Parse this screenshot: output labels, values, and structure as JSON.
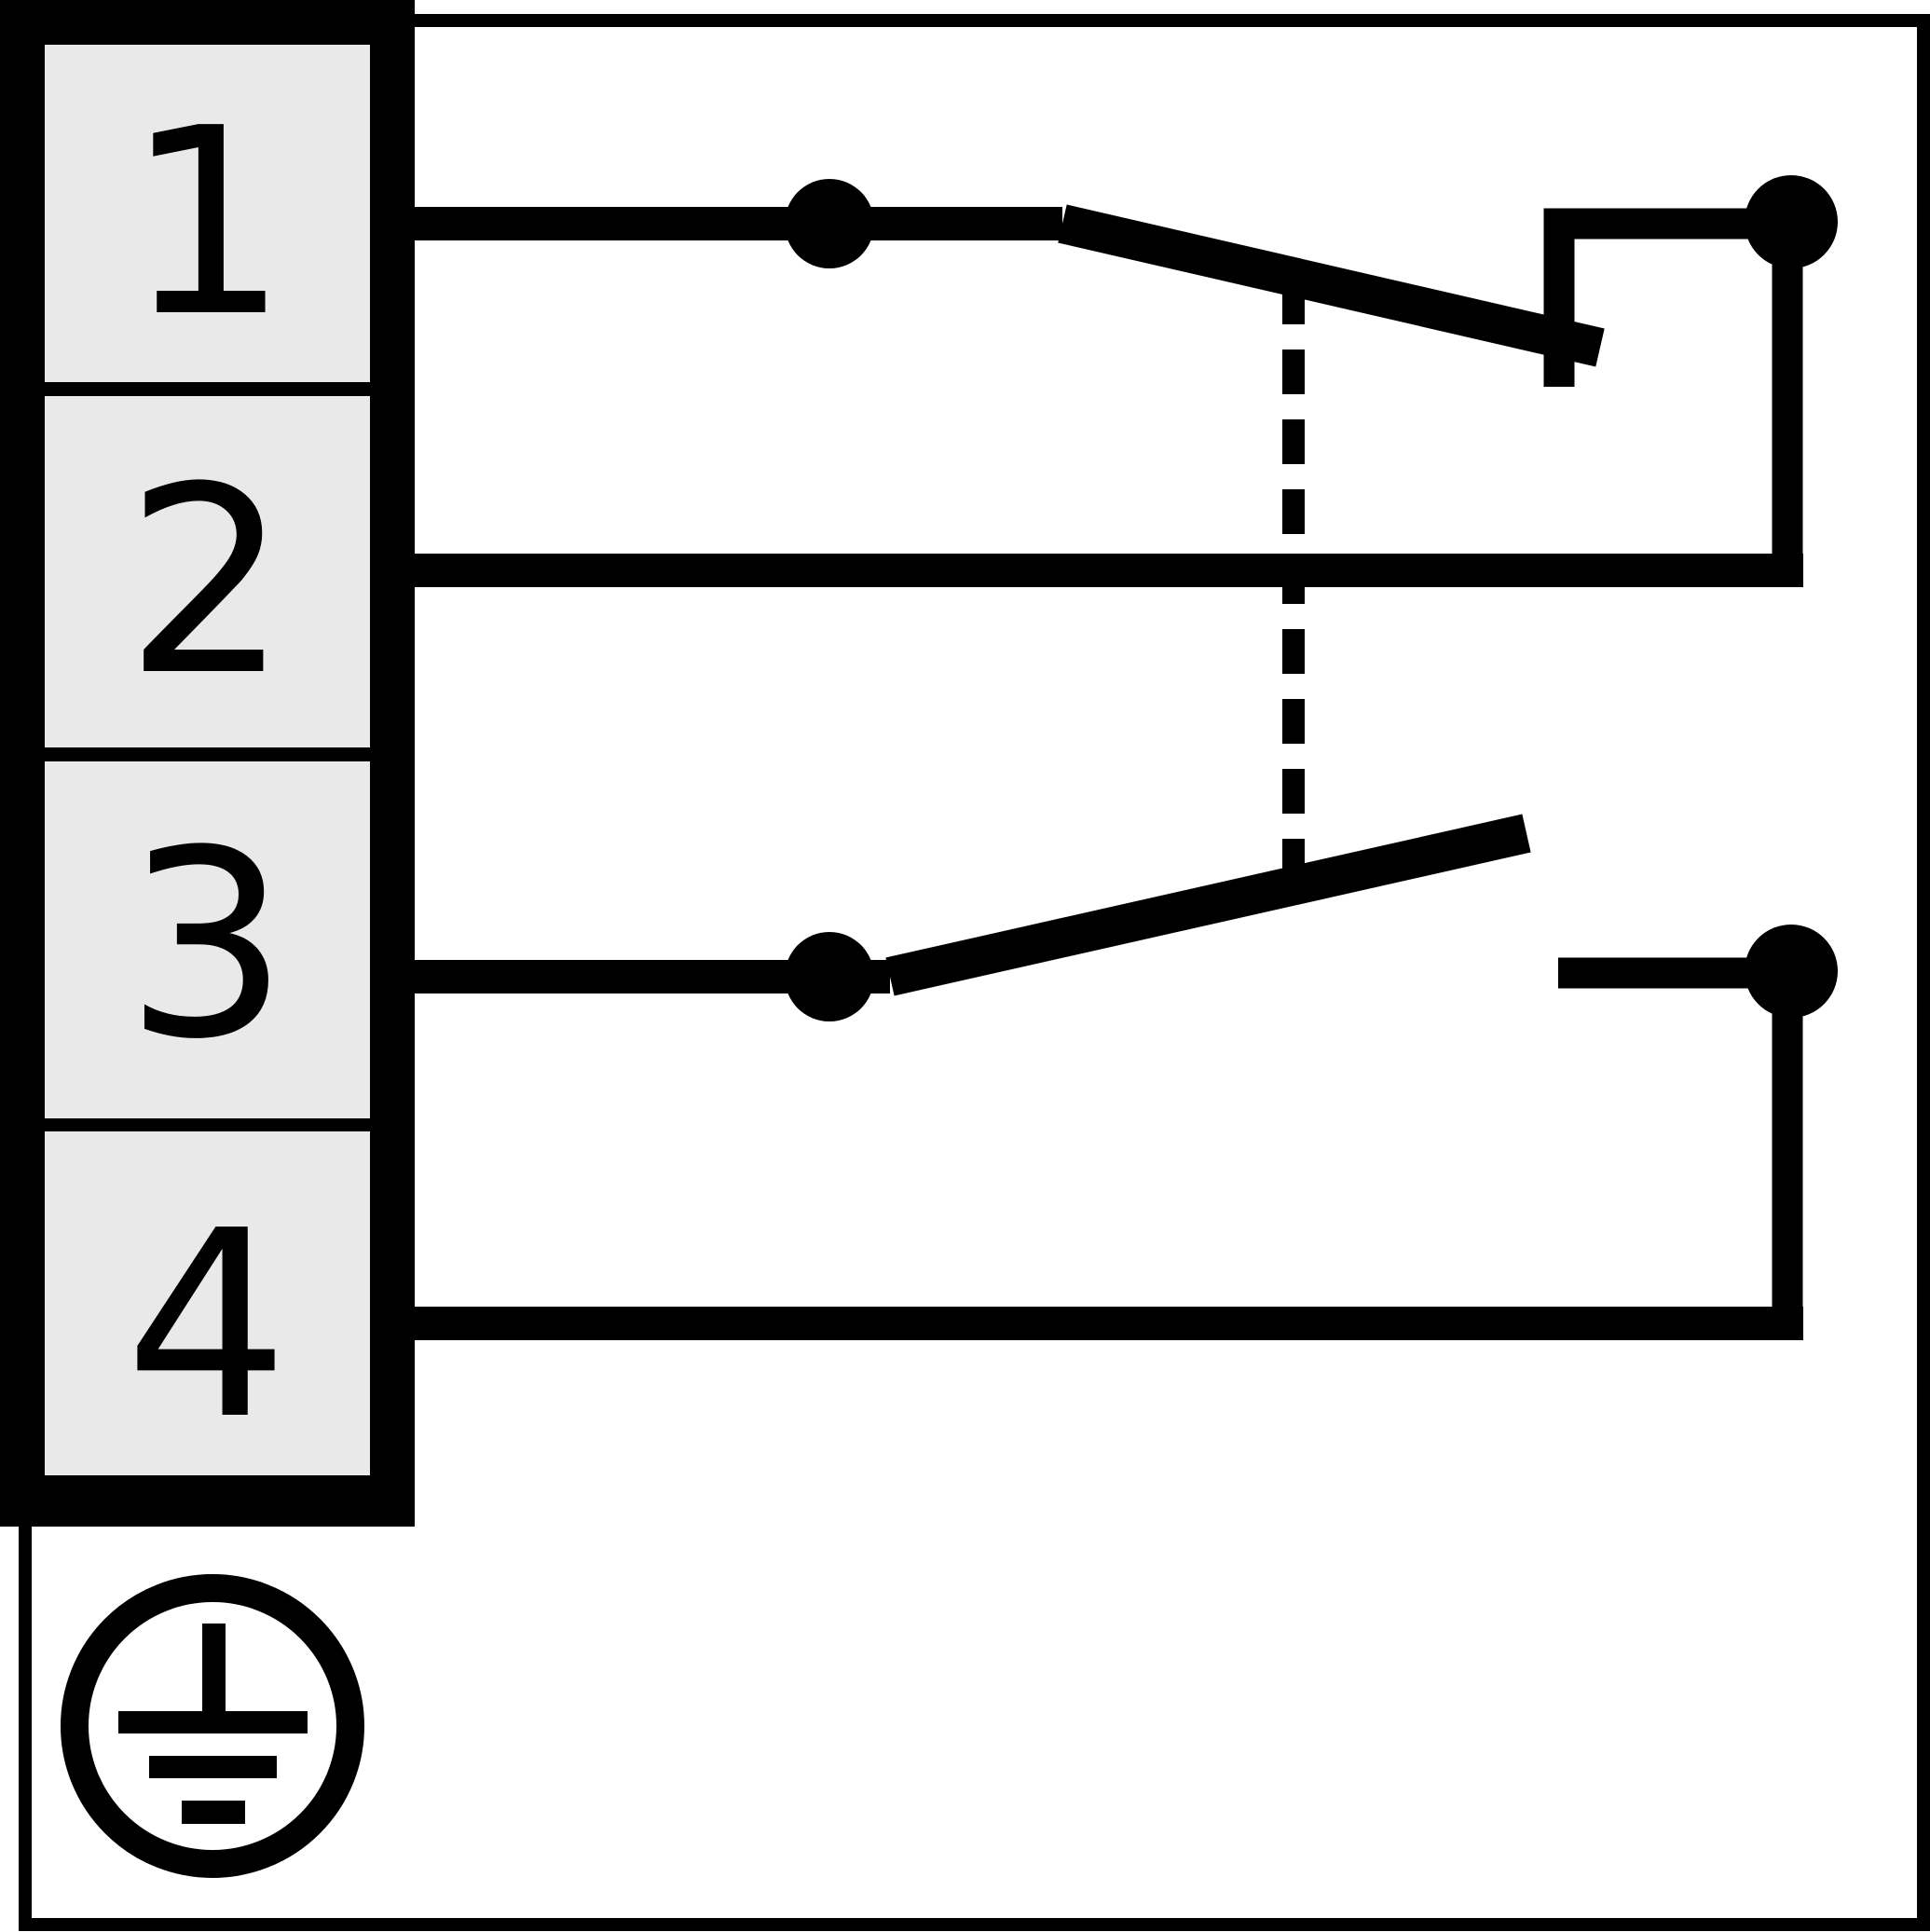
{
  "diagram": {
    "type": "electrical contact wiring schematic",
    "terminals": {
      "labels": [
        "1",
        "2",
        "3",
        "4"
      ]
    },
    "contacts": [
      {
        "name": "contact-1-2",
        "type": "NC (normally closed switch contact)",
        "pins": [
          "1",
          "2"
        ]
      },
      {
        "name": "contact-3-4",
        "type": "NO (normally open switch contact)",
        "pins": [
          "3",
          "4"
        ]
      }
    ],
    "coupling": "dashed vertical mechanical link between both contacts",
    "ground_icon": "protective-earth-icon",
    "colors": {
      "line": "#000000",
      "terminal_fill": "#e9e9e9",
      "background": "#ffffff"
    }
  }
}
